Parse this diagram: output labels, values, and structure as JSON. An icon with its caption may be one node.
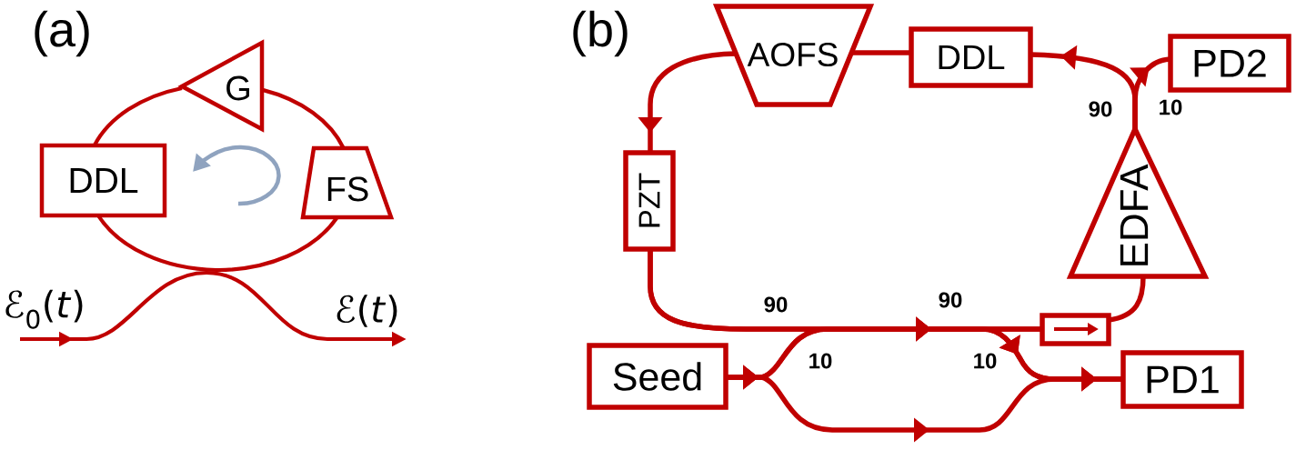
{
  "diagram": {
    "nodes": [
      {
        "text": [
          "G"
        ]
      },
      {
        "text": [
          "DDL"
        ]
      },
      {
        "text": [
          "FS"
        ]
      },
      {
        "text": [
          "ℰ$_{0}$(*t*)"
        ]
      },
      {
        "text": [
          "ℰ(*t*)"
        ]
      },
      {
        "text": [
          "AOFS"
        ]
      },
      {
        "text": [
          "DDL"
        ]
      },
      {
        "text": [
          "PD2"
        ]
      },
      {
        "text": [
          "PZT"
        ]
      },
      {
        "text": [
          "EDFA"
        ]
      },
      {
        "text": [],
        "shape": "box"
      },
      {
        "text": [
          "Seed"
        ]
      },
      {
        "text": [
          "PD1"
        ]
      }
    ],
    "edges": [
      {
        "from": 2,
        "to": 0,
        "arrow": "none"
      },
      {
        "from": 0,
        "to": 1,
        "arrow": "none"
      },
      {
        "from": 1,
        "to": 2,
        "arrow": "none"
      },
      {
        "from": 3,
        "to": 4,
        "arrow": "to"
      },
      {
        "from": 6,
        "to": 5,
        "arrow": "none"
      },
      {
        "from": 5,
        "to": 8,
        "arrow": "to"
      },
      {
        "from": 8,
        "to": 10,
        "arrow": "to"
      },
      {
        "from": 8,
        "to": 12,
        "arrow": "to"
      },
      {
        "from": 11,
        "to": 10,
        "arrow": "to"
      },
      {
        "from": 11,
        "to": 12,
        "arrow": "to"
      },
      {
        "from": 11,
        "to": 12,
        "arrow": "to"
      },
      {
        "from": 10,
        "to": 9,
        "arrow": "none"
      },
      {
        "from": 9,
        "to": 6,
        "arrow": "to"
      },
      {
        "from": 9,
        "to": 7,
        "arrow": "to"
      }
    ],
    "labels": [
      "(a)",
      "(b)",
      "90",
      "10",
      "90",
      "90",
      "10",
      "10"
    ]
  }
}
